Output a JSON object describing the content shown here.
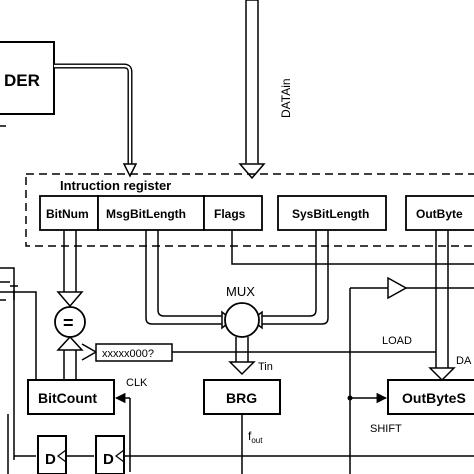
{
  "blocks": {
    "decoder_fragment": "DER",
    "bitnum": "BitNum",
    "msgbitlength": "MsgBitLength",
    "flags": "Flags",
    "sysbitlength": "SysBitLength",
    "outbyte": "OutByte",
    "bitcount": "BitCount",
    "brg": "BRG",
    "outbytes": "OutByteS",
    "dff1": "D",
    "dff2": "D"
  },
  "labels": {
    "datain": "DATAin",
    "instruction_register": "Intruction register",
    "mux": "MUX",
    "comparator_symbol": "=",
    "check_value": "xxxxx000?",
    "clk": "CLK",
    "tin": "Tin",
    "fout_main": "f",
    "fout_sub": "out",
    "load": "LOAD",
    "shift": "SHIFT",
    "da_fragment": "DA"
  }
}
